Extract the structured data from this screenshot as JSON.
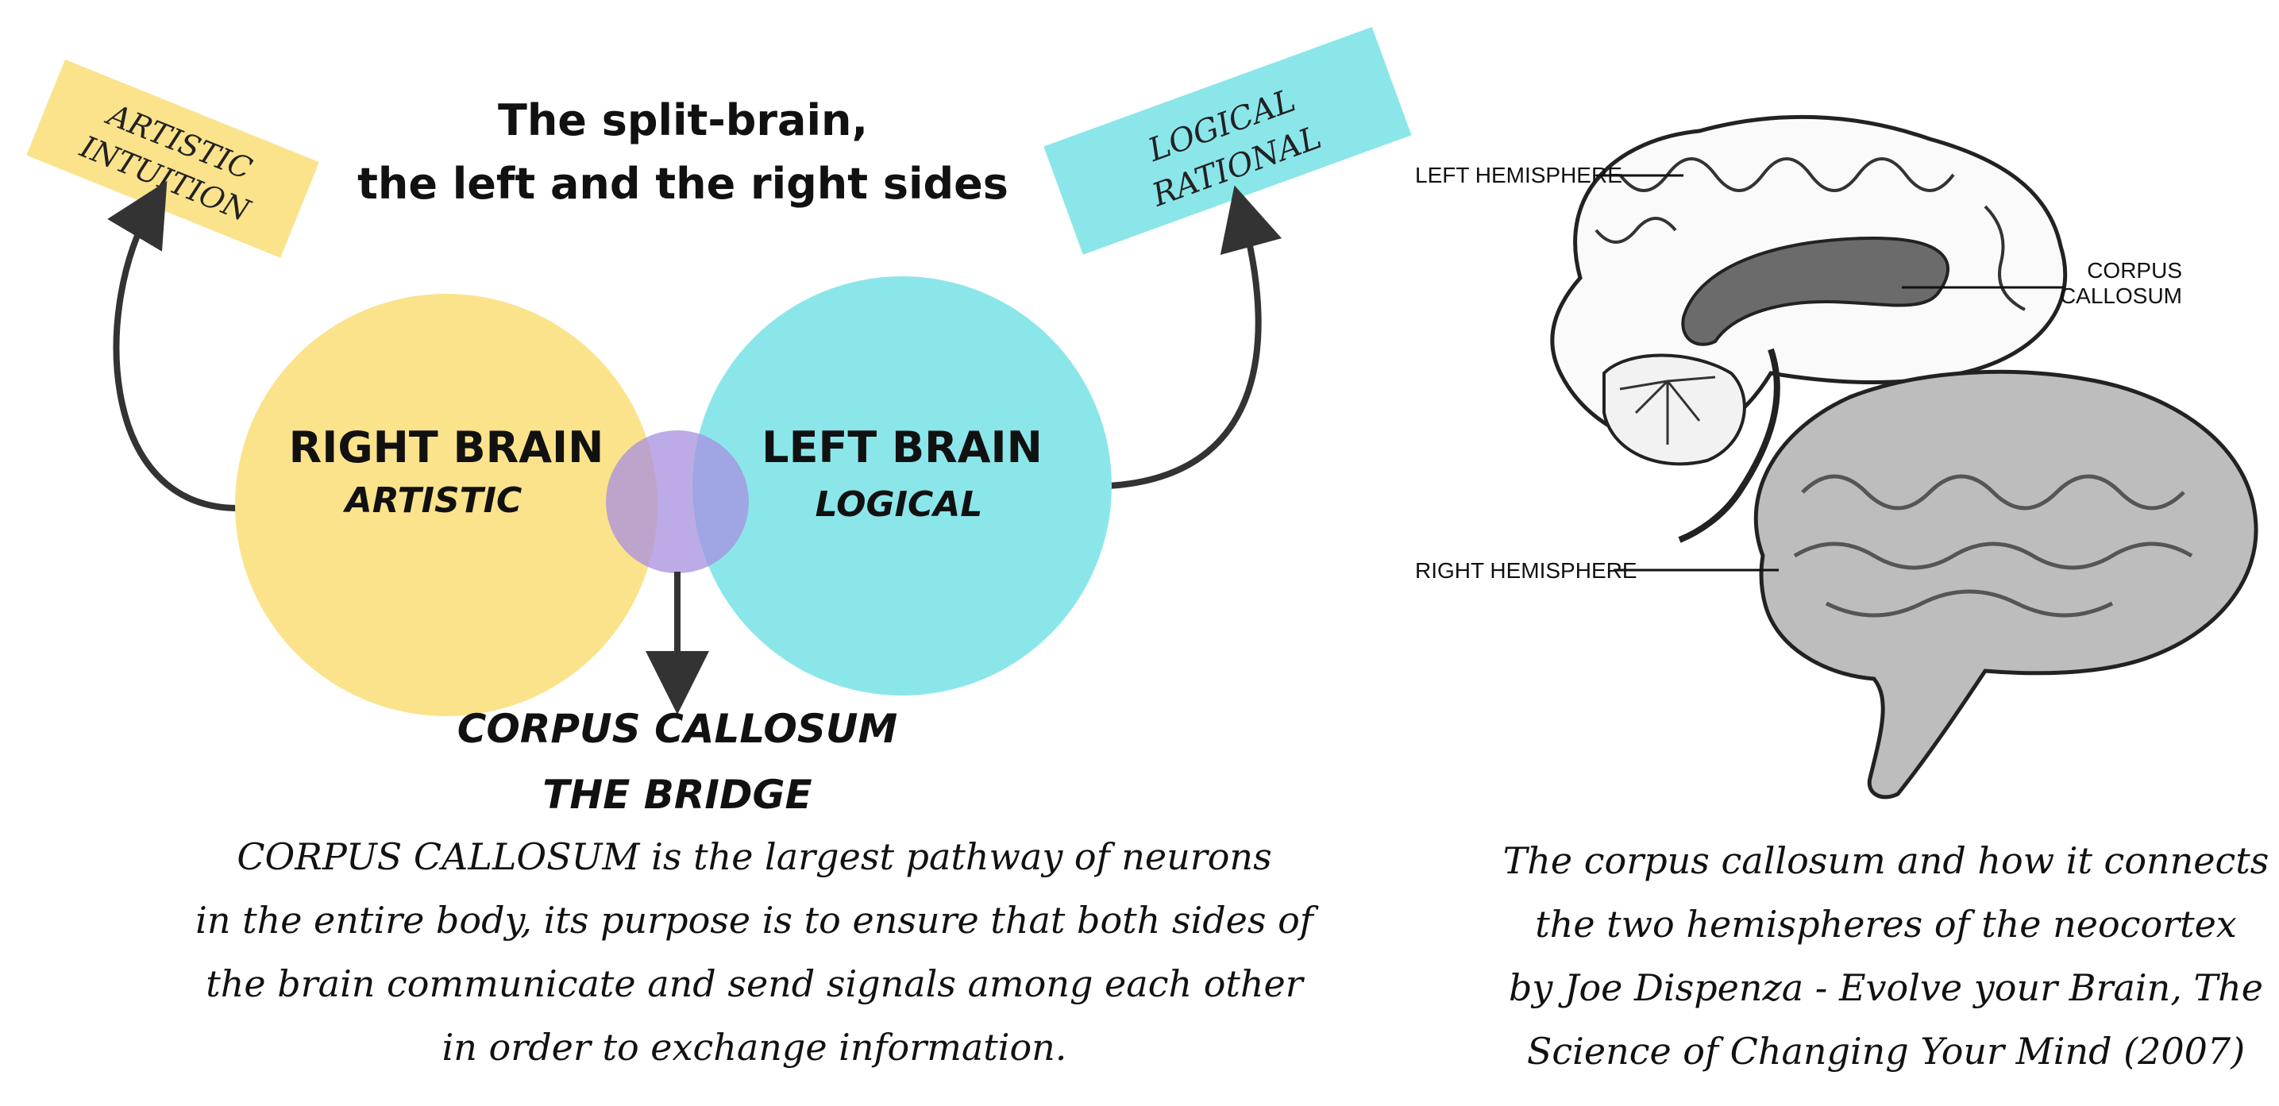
{
  "title": {
    "line1": "The split-brain,",
    "line2": "the left and the right sides"
  },
  "notes": {
    "artistic": {
      "line1": "ARTISTIC",
      "line2": "INTUITION"
    },
    "logical": {
      "line1": "LOGICAL",
      "line2": "RATIONAL"
    }
  },
  "circles": {
    "right_brain": {
      "label": "RIGHT BRAIN",
      "sublabel": "ARTISTIC"
    },
    "left_brain": {
      "label": "LEFT BRAIN",
      "sublabel": "LOGICAL"
    }
  },
  "bridge": {
    "line1": "CORPUS CALLOSUM",
    "line2": "THE BRIDGE"
  },
  "description": [
    "CORPUS CALLOSUM is the largest pathway of neurons",
    "in the entire body, its purpose is to ensure that both sides of",
    "the brain communicate and send signals among each other",
    "in order to exchange information."
  ],
  "illustration": {
    "left_hemisphere": "LEFT HEMISPHERE",
    "corpus_callosum_line1": "CORPUS",
    "corpus_callosum_line2": "CALLOSUM",
    "right_hemisphere": "RIGHT HEMISPHERE"
  },
  "caption": [
    "The corpus callosum and how it connects",
    "the two hemispheres of the neocortex",
    "by Joe Dispenza - Evolve your Brain, The",
    "Science of Changing Your Mind (2007)"
  ],
  "colors": {
    "yellow": "#FBE38C",
    "cyan": "#8BE6EA",
    "purple": "#A78FE0",
    "dark": "#2b2b2b",
    "brain_gray": "#bdbdbd",
    "callosum_gray": "#6b6b6b"
  }
}
